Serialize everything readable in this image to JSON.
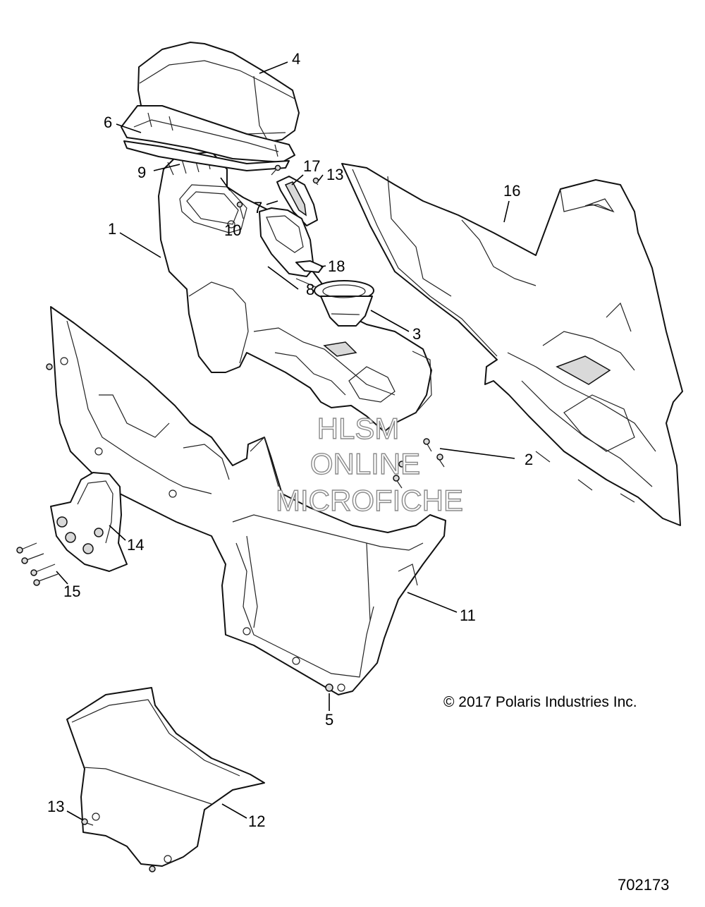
{
  "callouts": [
    {
      "id": "c4",
      "label": "4"
    },
    {
      "id": "c6",
      "label": "6"
    },
    {
      "id": "c9",
      "label": "9"
    },
    {
      "id": "c17",
      "label": "17"
    },
    {
      "id": "c7",
      "label": "7"
    },
    {
      "id": "c1",
      "label": "1"
    },
    {
      "id": "c10",
      "label": "10"
    },
    {
      "id": "c13a",
      "label": "13"
    },
    {
      "id": "c18",
      "label": "18"
    },
    {
      "id": "c8",
      "label": "8"
    },
    {
      "id": "c16",
      "label": "16"
    },
    {
      "id": "c3",
      "label": "3"
    },
    {
      "id": "c2",
      "label": "2"
    },
    {
      "id": "c14",
      "label": "14"
    },
    {
      "id": "c15",
      "label": "15"
    },
    {
      "id": "c11",
      "label": "11"
    },
    {
      "id": "c5",
      "label": "5"
    },
    {
      "id": "c13b",
      "label": "13"
    },
    {
      "id": "c12",
      "label": "12"
    }
  ],
  "watermark": [
    "HLSM",
    "ONLINE",
    "MICROFICHE"
  ],
  "copyright": "© 2017 Polaris Industries Inc.",
  "figure_number": "702173"
}
